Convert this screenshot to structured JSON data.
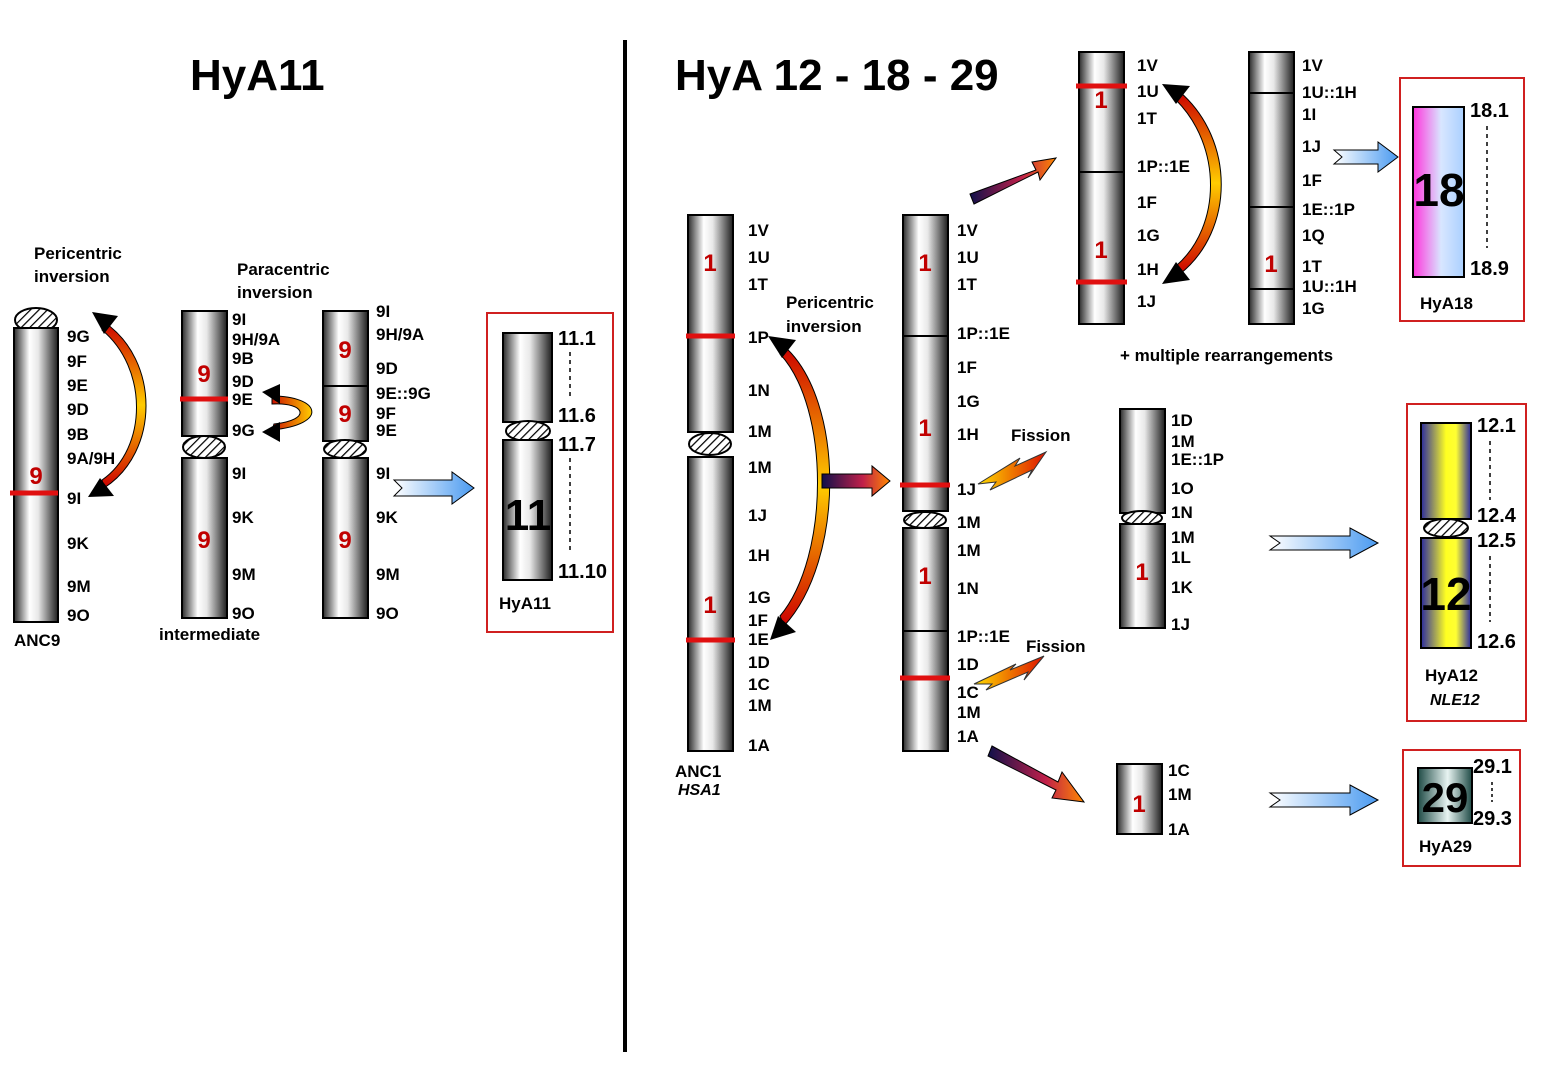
{
  "left": {
    "title": "HyA11",
    "anc9": {
      "name": "ANC9",
      "number": "9",
      "bands": [
        "9G",
        "9F",
        "9E",
        "9D",
        "9B",
        "9A/9H",
        "9I",
        "9K",
        "9M",
        "9O"
      ]
    },
    "pericentric_label": [
      "Pericentric",
      "inversion"
    ],
    "paracentric_label": [
      "Paracentric",
      "inversion"
    ],
    "intermediate": {
      "name": "intermediate",
      "number_top": "9",
      "number_bottom": "9",
      "bands": [
        "9I",
        "9H/9A",
        "9B",
        "9D",
        "9E",
        "9G",
        "9I",
        "9K",
        "9M",
        "9O"
      ]
    },
    "third": {
      "number_top": "9",
      "number_mid": "9",
      "number_bottom": "9",
      "bands": [
        "9I",
        "9H/9A",
        "9D",
        "9E::9G",
        "9F",
        "9E",
        "9I",
        "9K",
        "9M",
        "9O"
      ]
    },
    "hya11": {
      "name": "HyA11",
      "big": "11",
      "bands": [
        "11.1",
        "11.6",
        "11.7",
        "11.10"
      ]
    }
  },
  "right": {
    "title": "HyA 12 - 18 - 29",
    "anc1": {
      "name": "ANC1",
      "subname": "HSA1",
      "number_top": "1",
      "number_bottom": "1",
      "bands": [
        "1V",
        "1U",
        "1T",
        "1P",
        "1N",
        "1M",
        "1M",
        "1J",
        "1H",
        "1G",
        "1F",
        "1E",
        "1D",
        "1C",
        "1M",
        "1A"
      ]
    },
    "pericentric_label": [
      "Pericentric",
      "inversion"
    ],
    "mid": {
      "numbers": [
        "1",
        "1",
        "1"
      ],
      "bands": [
        "1V",
        "1U",
        "1T",
        "1P::1E",
        "1F",
        "1G",
        "1H",
        "1J",
        "1M",
        "1M",
        "1N",
        "1P::1E",
        "1D",
        "1C",
        "1M",
        "1A"
      ]
    },
    "fission_labels": [
      "Fission",
      "Fission"
    ],
    "top_a": {
      "numbers": [
        "1",
        "1"
      ],
      "bands": [
        "1V",
        "1U",
        "1T",
        "1P::1E",
        "1F",
        "1G",
        "1H",
        "1J"
      ]
    },
    "top_b": {
      "number": "1",
      "bands": [
        "1V",
        "1U::1H",
        "1I",
        "1J",
        "1F",
        "1E::1P",
        "1Q",
        "1T",
        "1U::1H",
        "1G"
      ]
    },
    "multiple_note": "+ multiple rearrangements",
    "mid_frag": {
      "number": "1",
      "bands": [
        "1D",
        "1M",
        "1E::1P",
        "1O",
        "1N",
        "1M",
        "1L",
        "1K",
        "1J"
      ]
    },
    "bottom_frag": {
      "number": "1",
      "bands": [
        "1C",
        "1M",
        "1A"
      ]
    },
    "hya18": {
      "name": "HyA18",
      "big": "18",
      "bands": [
        "18.1",
        "18.9"
      ]
    },
    "hya12": {
      "name": "HyA12",
      "subname": "NLE12",
      "big": "12",
      "bands": [
        "12.1",
        "12.4",
        "12.5",
        "12.6"
      ]
    },
    "hya29": {
      "name": "HyA29",
      "big": "29",
      "bands": [
        "29.1",
        "29.3"
      ]
    }
  },
  "colors": {
    "breakpoint": "#e01010",
    "chrom_number": "#c00000",
    "box_border": "#d02020"
  }
}
